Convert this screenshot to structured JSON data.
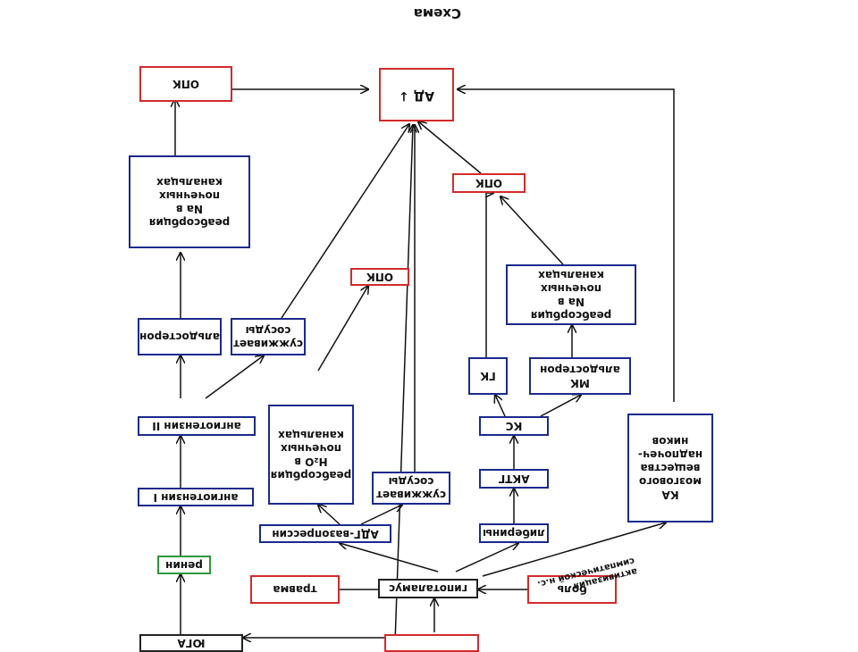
{
  "title": "Схема",
  "colors": {
    "blue": "#1a2a8c",
    "red": "#d42a2a",
    "green": "#2a9a3a",
    "line": "#111111"
  },
  "nodes": {
    "ad": "АД ↓",
    "opk_top_left": "ОПК",
    "opk_center": "ОПК",
    "opk_right": "ОПК",
    "reabs_na_left": "реабсорбция\nNa в\nпочечных\nканальцах",
    "reabs_na_right": "реабсорбция\nNa в\nпочечных\nканальцах",
    "reabs_h2o": "реабсорбция\nH₂O в\nпочечных\nканальцах",
    "aldosterone_left": "альдостерон",
    "constricts_left": "сужживает\nсосуды",
    "constricts_center": "сужживает\nсосуды",
    "mk_aldosterone": "МК\nальдостерон",
    "gk": "ГК",
    "ks": "КС",
    "actg": "АКТГ",
    "liberins": "либерины",
    "adh": "АДГ-вазопрессин",
    "angiotensin_2": "ангиотензин II",
    "angiotensin_1": "ангиотензин I",
    "renin": "ренин",
    "yuga": "ЮГА",
    "hypothalamus": "гипоталамус",
    "trauma": "травма",
    "pain": "боль",
    "ka": "КА\nмозгового\nвещества\nнадпочеч-\nников"
  },
  "annotations": {
    "sympathetic": "активизация\nсимпатической н.с."
  }
}
